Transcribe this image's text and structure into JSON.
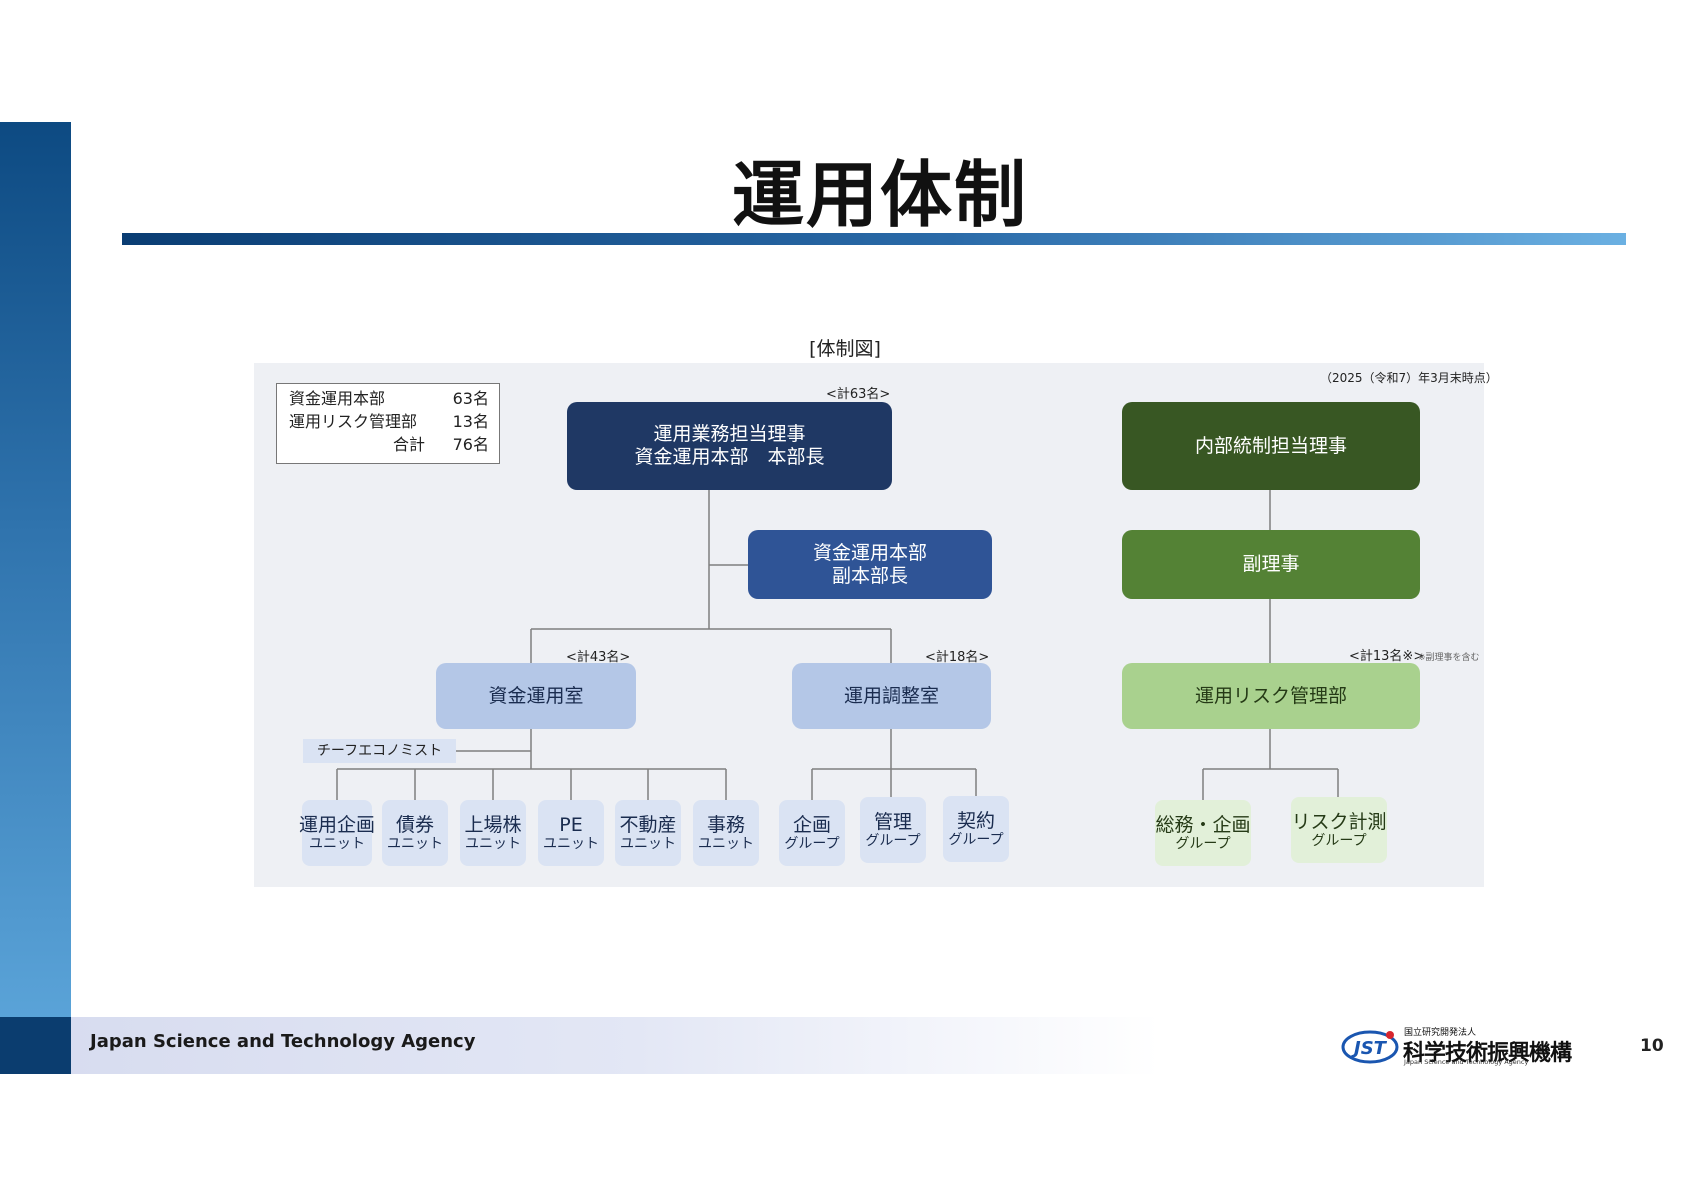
{
  "page": {
    "title": "運用体制",
    "footer_text": "Japan Science and Technology Agency",
    "page_number": "10",
    "logo": {
      "mark": "JST",
      "small_text": "国立研究開発法人",
      "main_text": "科学技術振興機構",
      "en_text": "Japan Science and Technology Agency"
    }
  },
  "diagram": {
    "caption": "[体制図]",
    "as_of": "（2025（令和7）年3月末時点）",
    "summary": [
      {
        "label": "資金運用本部",
        "value": "63名"
      },
      {
        "label": "運用リスク管理部",
        "value": "13名"
      },
      {
        "label": "合計",
        "value": "76名"
      }
    ],
    "top_count": "<計63名>",
    "exec": {
      "line1": "運用業務担当理事",
      "line2": "資金運用本部　本部長"
    },
    "deputy": {
      "line1": "資金運用本部",
      "line2": "副本部長"
    },
    "investment_office": {
      "label": "資金運用室",
      "count": "<計43名>"
    },
    "coordination_office": {
      "label": "運用調整室",
      "count": "<計18名>"
    },
    "chief_economist": "チーフエコノミスト",
    "investment_units": [
      {
        "top": "運用企画",
        "bottom": "ユニット"
      },
      {
        "top": "債券",
        "bottom": "ユニット"
      },
      {
        "top": "上場株",
        "bottom": "ユニット"
      },
      {
        "top": "PE",
        "bottom": "ユニット"
      },
      {
        "top": "不動産",
        "bottom": "ユニット"
      },
      {
        "top": "事務",
        "bottom": "ユニット"
      }
    ],
    "coordination_groups": [
      {
        "top": "企画",
        "bottom": "グループ"
      },
      {
        "top": "管理",
        "bottom": "グループ"
      },
      {
        "top": "契約",
        "bottom": "グループ"
      }
    ],
    "internal_control": "内部統制担当理事",
    "vice_president": "副理事",
    "risk_dept": {
      "label": "運用リスク管理部",
      "count": "<計13名※>",
      "note": "※副理事を含む"
    },
    "risk_groups": [
      {
        "top": "総務・企画",
        "bottom": "グループ"
      },
      {
        "top": "リスク計測",
        "bottom": "グループ"
      }
    ]
  },
  "colors": {
    "navy": "#1f3864",
    "blue": "#2f5496",
    "light_blue": "#b4c7e7",
    "dark_green": "#385723",
    "mid_green": "#548235",
    "light_green": "#a9d18e"
  }
}
